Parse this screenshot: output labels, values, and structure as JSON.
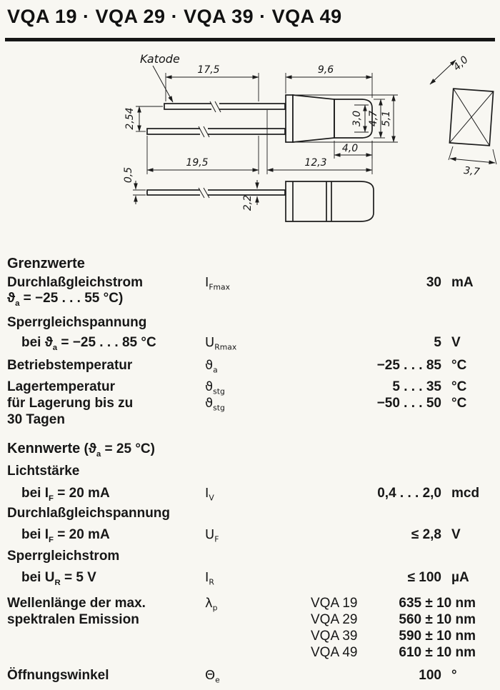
{
  "header": {
    "title": "VQA 19 · VQA 29 · VQA 39 · VQA 49"
  },
  "drawing": {
    "katode": "Katode",
    "dim_17_5": "17,5",
    "dim_9_6": "9,6",
    "dim_4_0_front": "4,0",
    "dim_2_54": "2,54",
    "dim_3_0": "3,0",
    "dim_4_7": "4,7",
    "dim_5_1": "5,1",
    "dim_4_0_dome": "4,0",
    "dim_19_5": "19,5",
    "dim_12_3": "12,3",
    "dim_3_7": "3,7",
    "dim_0_5": "0,5",
    "dim_2_2": "2,2"
  },
  "grenzwerte": {
    "heading": "Grenzwerte",
    "row_durchlass": {
      "label": "Durchlaßgleichstrom",
      "cond_pre": "ϑ",
      "cond_sub": "a",
      "cond_post": " = −25 . . . 55 °C)",
      "sym": "I",
      "sym_sub": "Fmax",
      "value": "30",
      "unit": "mA"
    },
    "sperr_heading": "Sperrgleichspannung",
    "row_sperr": {
      "pre": "bei ϑ",
      "sub": "a",
      "post": " = −25 . . . 85 °C",
      "sym": "U",
      "sym_sub": "Rmax",
      "value": "5",
      "unit": "V"
    },
    "row_betrieb": {
      "label": "Betriebstemperatur",
      "sym": "ϑ",
      "sym_sub": "a",
      "value": "−25 . . . 85",
      "unit": "°C"
    },
    "row_lager": {
      "label": "Lagertemperatur",
      "sym": "ϑ",
      "sym_sub": "stg",
      "value": "5 . . . 35",
      "unit": "°C"
    },
    "row_lager2": {
      "label": "für Lagerung bis zu",
      "sym": "ϑ",
      "sym_sub": "stg",
      "value": "−50 . . . 50",
      "unit": "°C"
    },
    "row_lager3": {
      "label": "30 Tagen"
    }
  },
  "kennwerte": {
    "heading": "Kennwerte",
    "heading_cond_pre": " (ϑ",
    "heading_cond_sub": "a",
    "heading_cond_post": " = 25 °C)",
    "licht_heading": "Lichtstärke",
    "row_licht": {
      "pre": "bei I",
      "sub": "F",
      "post": " = 20 mA",
      "sym": "I",
      "sym_sub": "V",
      "value": "0,4 . . . 2,0",
      "unit": "mcd"
    },
    "durchlass_heading": "Durchlaßgleichspannung",
    "row_uf": {
      "pre": "bei I",
      "sub": "F",
      "post": " = 20 mA",
      "sym": "U",
      "sym_sub": "F",
      "value": "≤ 2,8",
      "unit": "V"
    },
    "sperr_heading": "Sperrgleichstrom",
    "row_ir": {
      "pre": "bei U",
      "sub": "R",
      "post": " = 5 V",
      "sym": "I",
      "sym_sub": "R",
      "value": "≤ 100",
      "unit": "µA"
    },
    "wellen": {
      "label_line1": "Wellenlänge der max.",
      "label_line2": "spektralen Emission",
      "sym": "λ",
      "sym_sub": "p",
      "rows": [
        {
          "type": "VQA 19",
          "value": "635 ± 10 nm"
        },
        {
          "type": "VQA 29",
          "value": "560 ± 10 nm"
        },
        {
          "type": "VQA 39",
          "value": "590 ± 10 nm"
        },
        {
          "type": "VQA 49",
          "value": "610 ± 10 nm"
        }
      ]
    },
    "row_winkel": {
      "label": "Öffnungswinkel",
      "sym": "Θ",
      "sym_sub": "e",
      "value": "100",
      "unit": "°"
    }
  }
}
